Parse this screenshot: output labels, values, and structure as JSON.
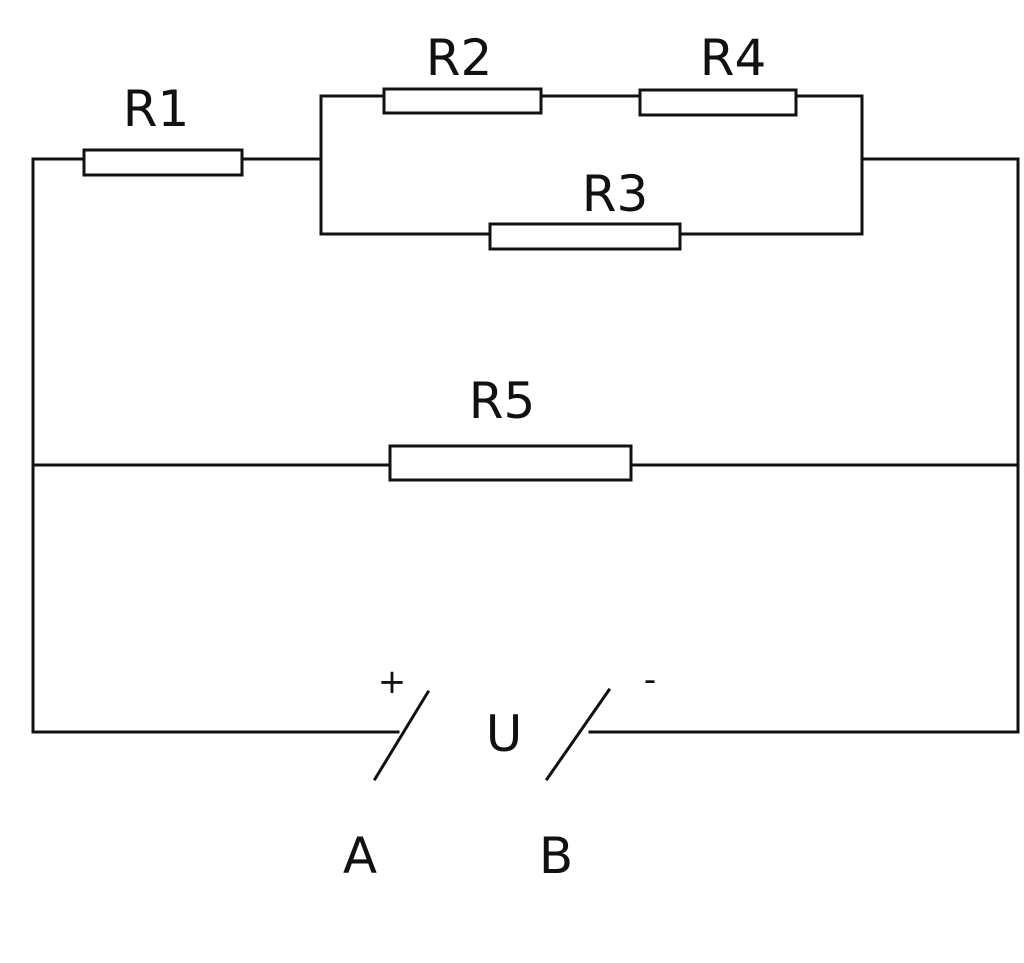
{
  "resistors": {
    "r1": "R1",
    "r2": "R2",
    "r3": "R3",
    "r4": "R4",
    "r5": "R5"
  },
  "source": {
    "voltage_label": "U",
    "positive_sign": "+",
    "negative_sign": "-",
    "terminal_a": "A",
    "terminal_b": "B"
  },
  "colors": {
    "line": "#111111",
    "background": "#ffffff"
  }
}
